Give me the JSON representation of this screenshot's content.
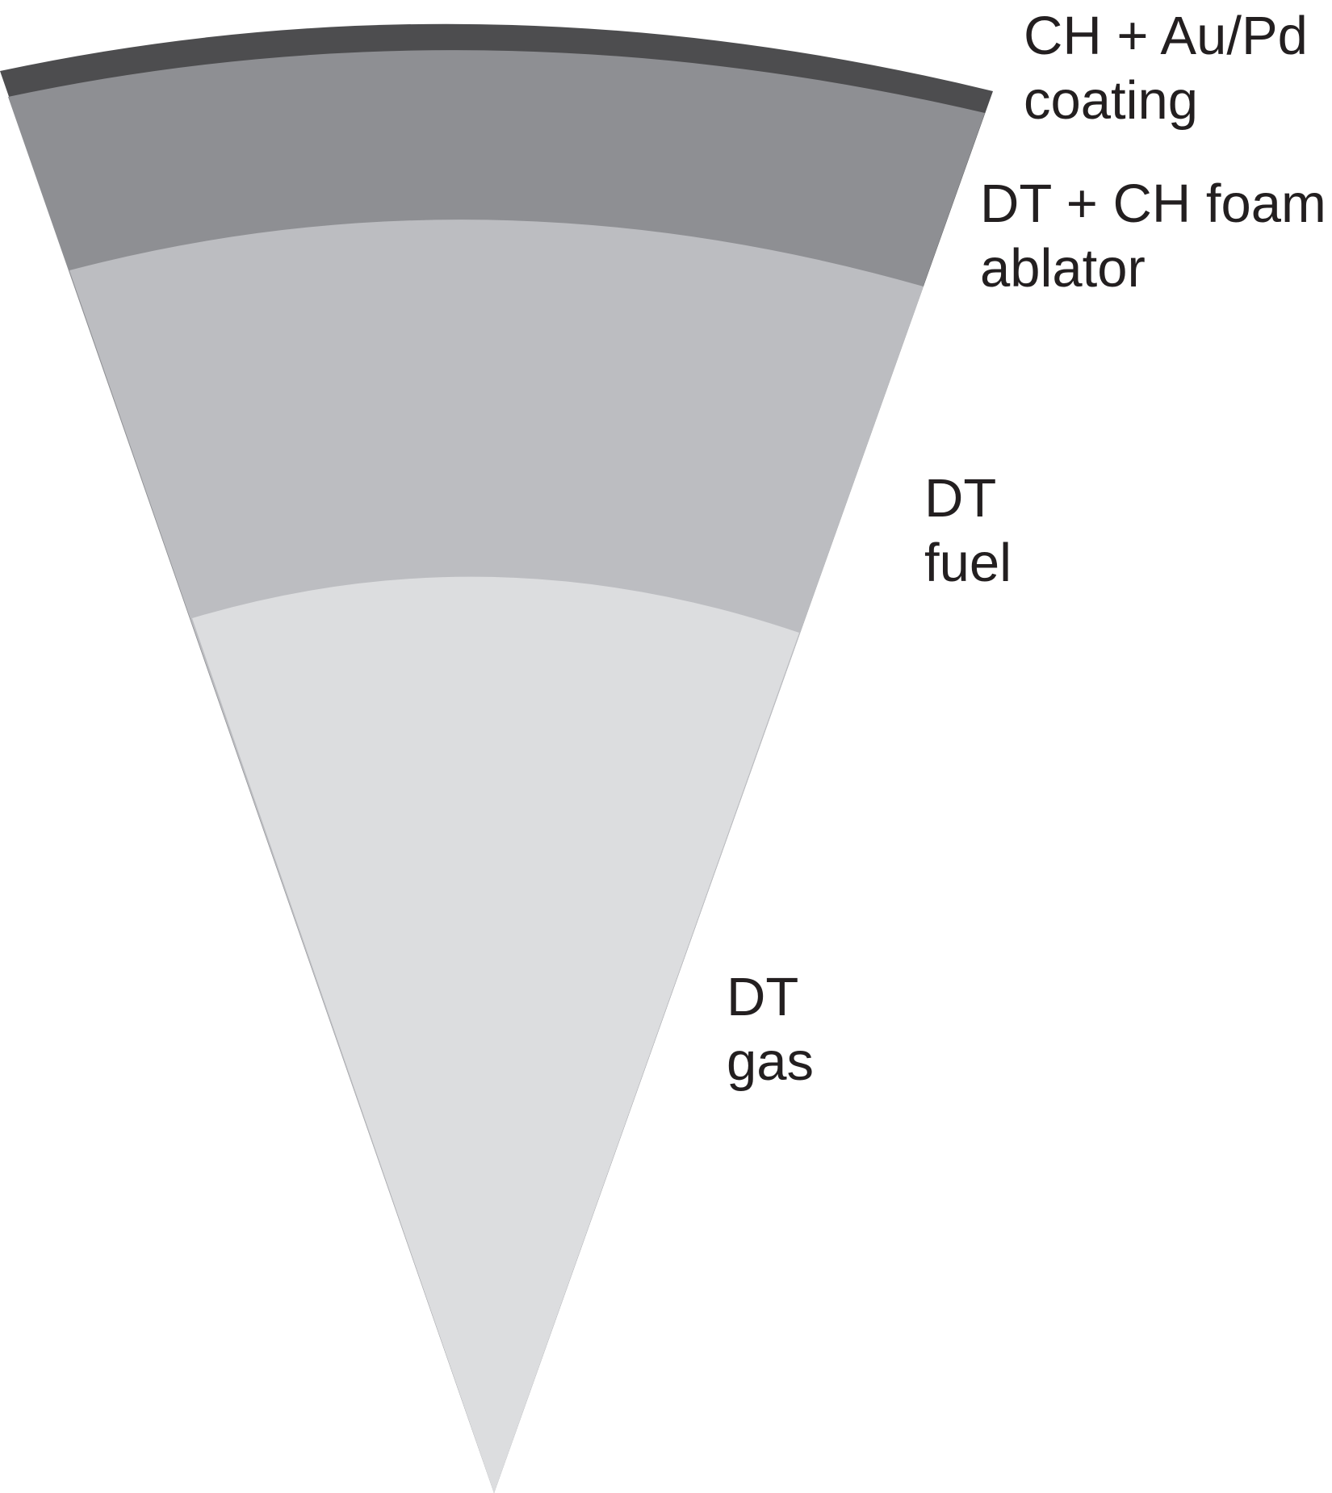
{
  "diagram": {
    "type": "target-cross-section-wedge",
    "layers": [
      {
        "name": "coating",
        "color": "#4d4d4f",
        "label_line1": "CH + Au/Pd",
        "label_line2": "coating"
      },
      {
        "name": "ablator",
        "color": "#8e8f93",
        "label_line1": "DT + CH foam",
        "label_line2": "ablator"
      },
      {
        "name": "fuel",
        "color": "#bcbdc1",
        "label_line1": "DT",
        "label_line2": "fuel"
      },
      {
        "name": "gas",
        "color": "#dcdddf",
        "label_line1": "DT",
        "label_line2": "gas"
      }
    ]
  }
}
